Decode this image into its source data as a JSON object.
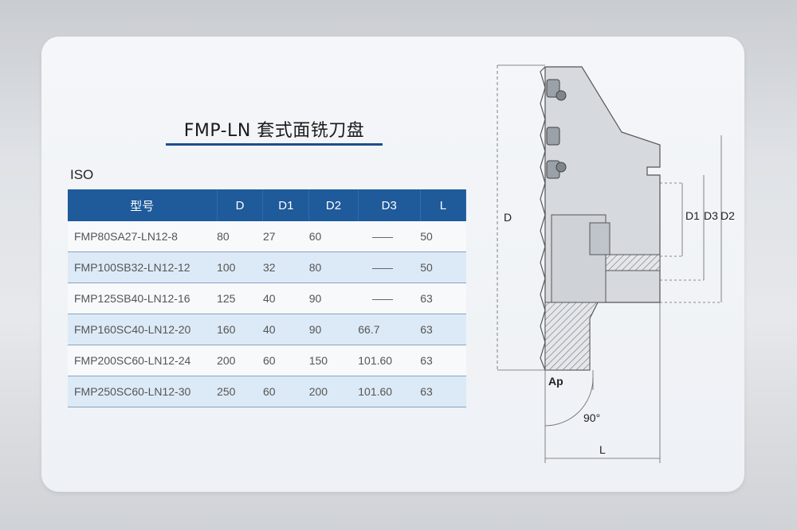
{
  "title": "FMP-LN  套式面铣刀盘",
  "standard": "ISO",
  "table": {
    "headers": [
      "型号",
      "D",
      "D1",
      "D2",
      "D3",
      "L"
    ],
    "rows": [
      [
        "FMP80SA27-LN12-8",
        "80",
        "27",
        "60",
        "",
        "50"
      ],
      [
        "FMP100SB32-LN12-12",
        "100",
        "32",
        "80",
        "",
        "50"
      ],
      [
        "FMP125SB40-LN12-16",
        "125",
        "40",
        "90",
        "",
        "63"
      ],
      [
        "FMP160SC40-LN12-20",
        "160",
        "40",
        "90",
        "66.7",
        "63"
      ],
      [
        "FMP200SC60-LN12-24",
        "200",
        "60",
        "150",
        "101.60",
        "63"
      ],
      [
        "FMP250SC60-LN12-30",
        "250",
        "60",
        "200",
        "101.60",
        "63"
      ]
    ]
  },
  "drawing": {
    "labels": {
      "d": "D",
      "d1": "D1",
      "d3": "D3",
      "d2": "D2",
      "ap": "Ap",
      "angle": "90°",
      "l": "L"
    }
  },
  "colors": {
    "header_bg": "#1f5a9a",
    "row_alt_bg": "#dceaf7",
    "accent_rule": "#1f4e8c"
  }
}
